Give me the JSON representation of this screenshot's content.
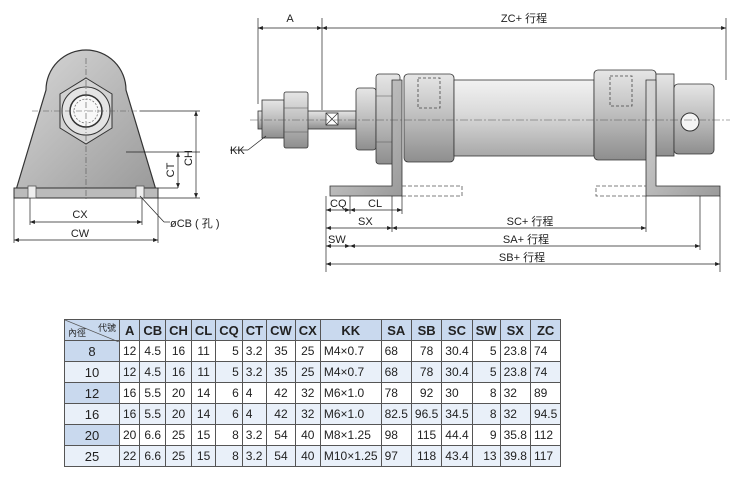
{
  "drawing": {
    "labels": {
      "A": "A",
      "ZC": "ZC+ 行程",
      "KK": "KK",
      "CT": "CT",
      "CH": "CH",
      "CX": "CX",
      "CW": "CW",
      "CB": "øCB ( 孔 )",
      "CQ": "CQ",
      "CL": "CL",
      "SX": "SX",
      "SC": "SC+ 行程",
      "SW": "SW",
      "SA": "SA+ 行程",
      "SB": "SB+ 行程"
    }
  },
  "table": {
    "corner_top": "代號",
    "corner_bottom": "內徑",
    "headers": [
      "A",
      "CB",
      "CH",
      "CL",
      "CQ",
      "CT",
      "CW",
      "CX",
      "KK",
      "SA",
      "SB",
      "SC",
      "SW",
      "SX",
      "ZC"
    ],
    "rows": [
      [
        "8",
        "12",
        "4.5",
        "16",
        "11",
        "5",
        "3.2",
        "35",
        "25",
        "M4×0.7",
        "68",
        "78",
        "30.4",
        "5",
        "23.8",
        "74"
      ],
      [
        "10",
        "12",
        "4.5",
        "16",
        "11",
        "5",
        "3.2",
        "35",
        "25",
        "M4×0.7",
        "68",
        "78",
        "30.4",
        "5",
        "23.8",
        "74"
      ],
      [
        "12",
        "16",
        "5.5",
        "20",
        "14",
        "6",
        "4",
        "42",
        "32",
        "M6×1.0",
        "78",
        "92",
        "30",
        "8",
        "32",
        "89"
      ],
      [
        "16",
        "16",
        "5.5",
        "20",
        "14",
        "6",
        "4",
        "42",
        "32",
        "M6×1.0",
        "82.5",
        "96.5",
        "34.5",
        "8",
        "32",
        "94.5"
      ],
      [
        "20",
        "20",
        "6.6",
        "25",
        "15",
        "8",
        "3.2",
        "54",
        "40",
        "M8×1.25",
        "98",
        "115",
        "44.4",
        "9",
        "35.8",
        "112"
      ],
      [
        "25",
        "22",
        "6.6",
        "25",
        "15",
        "8",
        "3.2",
        "54",
        "40",
        "M10×1.25",
        "97",
        "118",
        "43.4",
        "13",
        "39.8",
        "117"
      ]
    ]
  }
}
